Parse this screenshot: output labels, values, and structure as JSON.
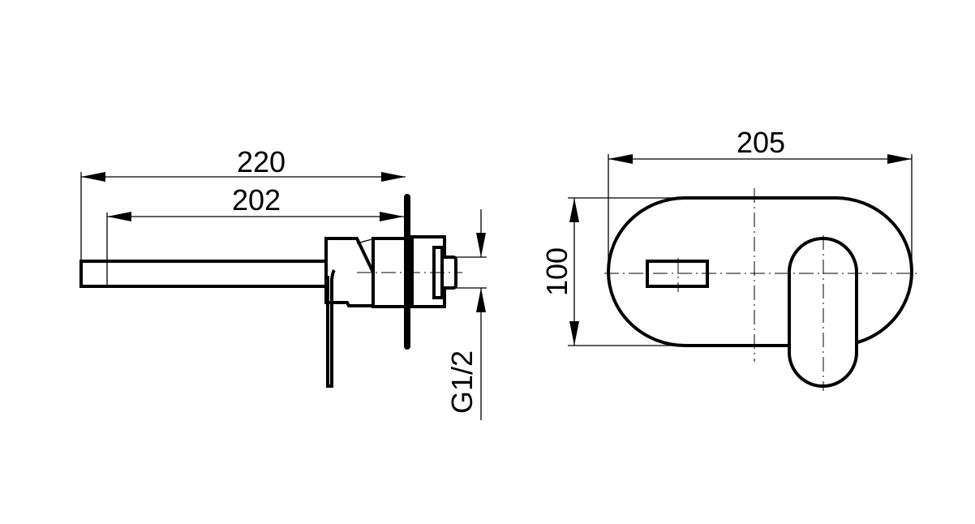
{
  "side_view": {
    "dim_total": "220",
    "dim_spout": "202",
    "dim_thread": "G1/2"
  },
  "front_view": {
    "dim_width": "205",
    "dim_height": "100"
  },
  "colors": {
    "line": "#000000",
    "background": "#ffffff"
  }
}
